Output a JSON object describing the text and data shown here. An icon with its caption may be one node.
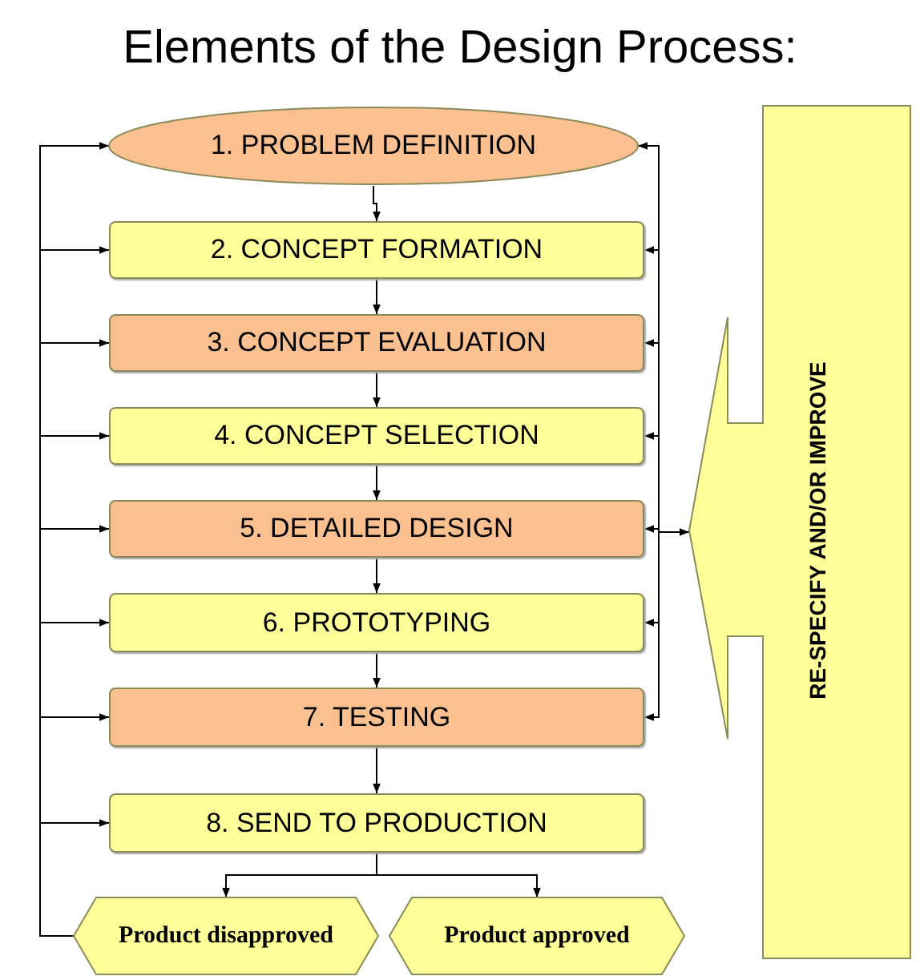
{
  "diagram": {
    "title": "Elements of the Design Process:",
    "nodes": [
      {
        "text": [
          "1. PROBLEM DEFINITION"
        ]
      },
      {
        "text": [
          "2. CONCEPT FORMATION"
        ]
      },
      {
        "text": [
          "3. CONCEPT EVALUATION"
        ]
      },
      {
        "text": [
          "4. CONCEPT SELECTION"
        ]
      },
      {
        "text": [
          "5. DETAILED DESIGN"
        ]
      },
      {
        "text": [
          "6. PROTOTYPING"
        ]
      },
      {
        "text": [
          "7. TESTING"
        ]
      },
      {
        "text": [
          "8. SEND TO PRODUCTION"
        ]
      },
      {
        "text": [
          "Product disapproved"
        ]
      },
      {
        "text": [
          "Product approved"
        ]
      },
      {
        "text": [
          "RE-SPECIFY AND/OR IMPROVE"
        ]
      }
    ],
    "edges": [
      {
        "from": 0,
        "to": 1,
        "arrow": "to"
      },
      {
        "from": 1,
        "to": 2,
        "arrow": "to"
      },
      {
        "from": 2,
        "to": 3,
        "arrow": "to"
      },
      {
        "from": 3,
        "to": 4,
        "arrow": "to"
      },
      {
        "from": 4,
        "to": 5,
        "arrow": "to"
      },
      {
        "from": 5,
        "to": 6,
        "arrow": "to"
      },
      {
        "from": 6,
        "to": 7,
        "arrow": "to"
      },
      {
        "from": 7,
        "to": 8,
        "arrow": "to"
      },
      {
        "from": 7,
        "to": 9,
        "arrow": "to"
      },
      {
        "from": 8,
        "to": 0,
        "arrow": "to"
      },
      {
        "from": 8,
        "to": 1,
        "arrow": "to"
      },
      {
        "from": 8,
        "to": 2,
        "arrow": "to"
      },
      {
        "from": 8,
        "to": 3,
        "arrow": "to"
      },
      {
        "from": 8,
        "to": 4,
        "arrow": "to"
      },
      {
        "from": 8,
        "to": 5,
        "arrow": "to"
      },
      {
        "from": 8,
        "to": 6,
        "arrow": "to"
      },
      {
        "from": 8,
        "to": 7,
        "arrow": "to"
      },
      {
        "from": 10,
        "to": 0,
        "arrow": "to"
      },
      {
        "from": 10,
        "to": 1,
        "arrow": "to"
      },
      {
        "from": 10,
        "to": 2,
        "arrow": "to"
      },
      {
        "from": 10,
        "to": 3,
        "arrow": "to"
      },
      {
        "from": 10,
        "to": 4,
        "arrow": "both"
      },
      {
        "from": 10,
        "to": 5,
        "arrow": "to"
      },
      {
        "from": 10,
        "to": 6,
        "arrow": "to"
      }
    ]
  }
}
